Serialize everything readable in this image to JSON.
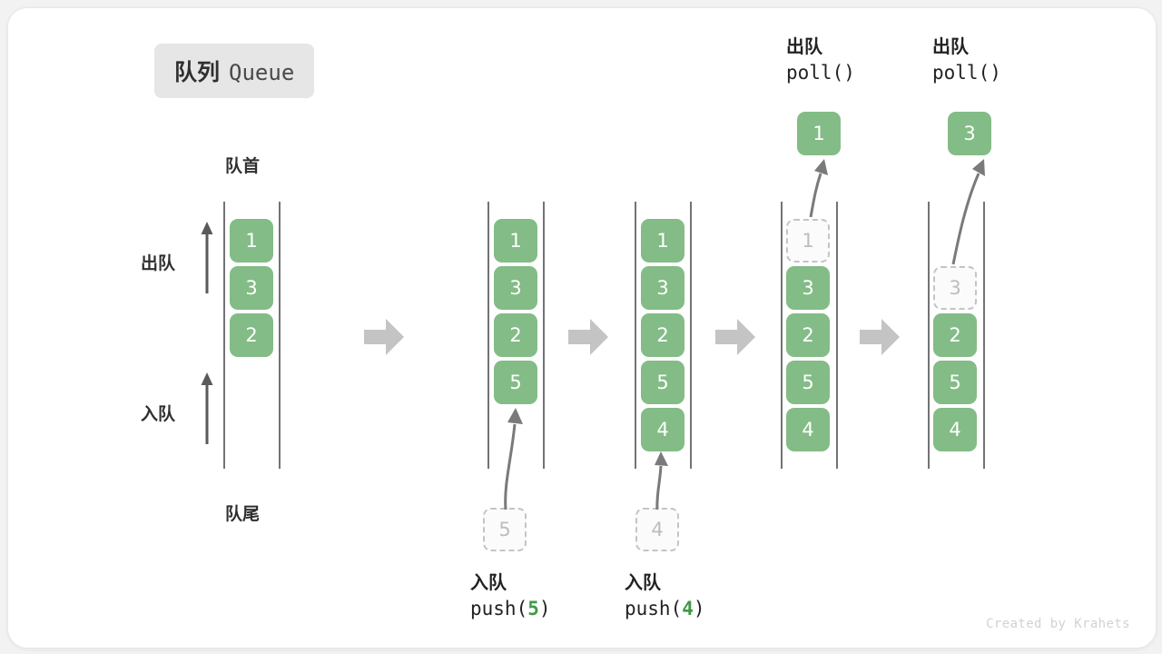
{
  "title": {
    "cn": "队列",
    "en": "Queue"
  },
  "labels": {
    "head": "队首",
    "tail": "队尾",
    "dequeue": "出队",
    "enqueue": "入队"
  },
  "watermark": "Created by Krahets",
  "colors": {
    "box_green": "#83bc86",
    "ghost_border": "#c4c4c4",
    "ghost_text": "#bdbdbd",
    "rail": "#5a5a5a",
    "arrow": "#7a7a7a",
    "chevron": "#c4c4c4",
    "badge_bg": "#e6e6e6",
    "code_accent": "#3f9a47",
    "card_bg": "#ffffff",
    "page_bg": "#f2f2f2"
  },
  "panels": [
    {
      "name": "initial-queue",
      "items": [
        "1",
        "3",
        "2"
      ],
      "ghost_index": -1,
      "show_head_tail": true
    },
    {
      "name": "after-push-5",
      "items": [
        "1",
        "3",
        "2",
        "5"
      ],
      "ghost_index": -1,
      "show_head_tail": false
    },
    {
      "name": "after-push-4",
      "items": [
        "1",
        "3",
        "2",
        "5",
        "4"
      ],
      "ghost_index": -1,
      "show_head_tail": false
    },
    {
      "name": "after-poll-1",
      "items": [
        "1",
        "3",
        "2",
        "5",
        "4"
      ],
      "ghost_index": 0,
      "show_head_tail": false
    },
    {
      "name": "after-poll-3",
      "items": [
        "",
        "3",
        "2",
        "5",
        "4"
      ],
      "ghost_index": 1,
      "show_head_tail": false
    }
  ],
  "operations": {
    "push5": {
      "cn": "入队",
      "code_prefix": "push(",
      "code_value": "5",
      "code_suffix": ")",
      "ghost_value": "5"
    },
    "push4": {
      "cn": "入队",
      "code_prefix": "push(",
      "code_value": "4",
      "code_suffix": ")",
      "ghost_value": "4"
    },
    "poll1": {
      "cn": "出队",
      "code": "poll()",
      "result_value": "1"
    },
    "poll3": {
      "cn": "出队",
      "code": "poll()",
      "result_value": "3"
    }
  }
}
